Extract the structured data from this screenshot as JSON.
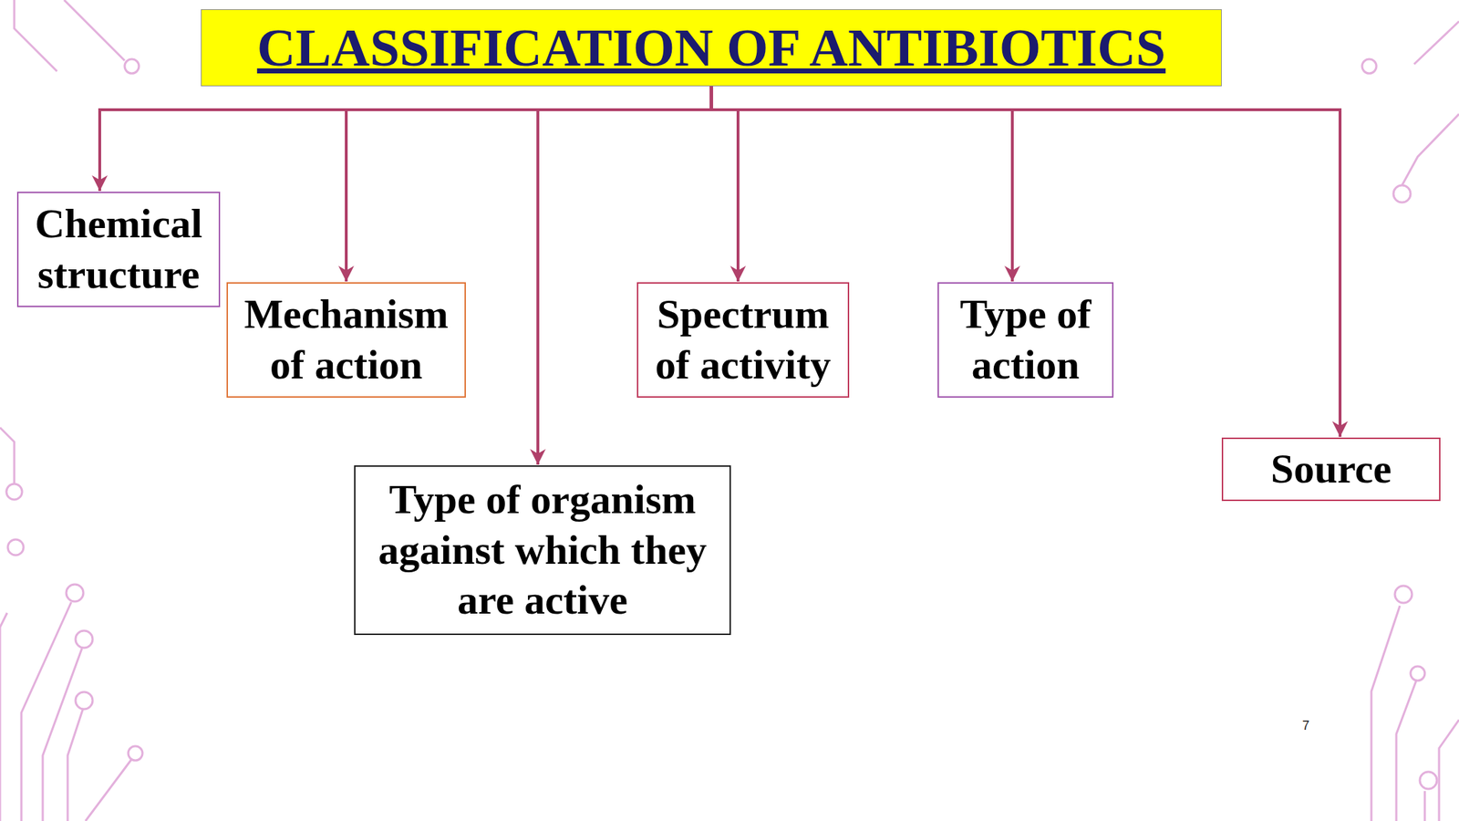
{
  "diagram": {
    "nodes": [
      {
        "text": [
          "CLASSIFICATION OF ANTIBIOTICS"
        ]
      },
      {
        "text": [
          "Chemical structure"
        ]
      },
      {
        "text": [
          "Mechanism of action"
        ]
      },
      {
        "text": [
          "Type of organism against which they are active"
        ]
      },
      {
        "text": [
          "Spectrum of activity"
        ]
      },
      {
        "text": [
          "Type of action"
        ]
      },
      {
        "text": [
          "Source"
        ]
      }
    ],
    "edges": [
      {
        "from": 0,
        "to": 1,
        "arrow": "to"
      },
      {
        "from": 0,
        "to": 2,
        "arrow": "to"
      },
      {
        "from": 0,
        "to": 3,
        "arrow": "to"
      },
      {
        "from": 0,
        "to": 4,
        "arrow": "to"
      },
      {
        "from": 0,
        "to": 5,
        "arrow": "to"
      },
      {
        "from": 0,
        "to": 6,
        "arrow": "to"
      }
    ],
    "labels": [
      "7"
    ]
  }
}
